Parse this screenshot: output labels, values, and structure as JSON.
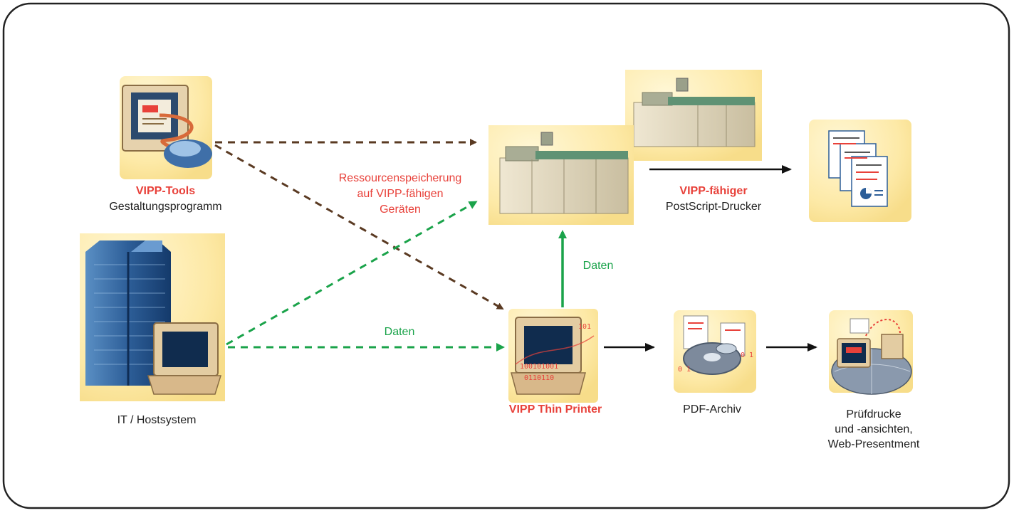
{
  "labels": {
    "vipp_tools": "VIPP-Tools",
    "gestaltung": "Gestaltungsprogramm",
    "ressourcen_1": "Ressourcenspeicherung",
    "ressourcen_2": "auf VIPP-fähigen",
    "ressourcen_3": "Geräten",
    "vipp_faehiger": "VIPP-fähiger",
    "postscript": "PostScript-Drucker",
    "daten_vertical": "Daten",
    "daten_horizontal": "Daten",
    "it_host": "IT / Hostsystem",
    "thin_printer": "VIPP Thin Printer",
    "pdf_archiv": "PDF-Archiv",
    "pruef_1": "Prüfdrucke",
    "pruef_2": "und -ansichten,",
    "pruef_3": "Web-Presentment"
  },
  "colors": {
    "accent_red": "#e8413a",
    "data_green": "#1aa34a",
    "resource_brown": "#5a3a22",
    "flow_black": "#111111",
    "tile_yellow": "#fdeeb0"
  },
  "icons": [
    "design-workstation-icon",
    "production-printer-icon",
    "documents-icon",
    "mainframe-server-icon",
    "thin-printer-terminal-icon",
    "pdf-archive-icon",
    "web-proofing-globe-icon"
  ]
}
